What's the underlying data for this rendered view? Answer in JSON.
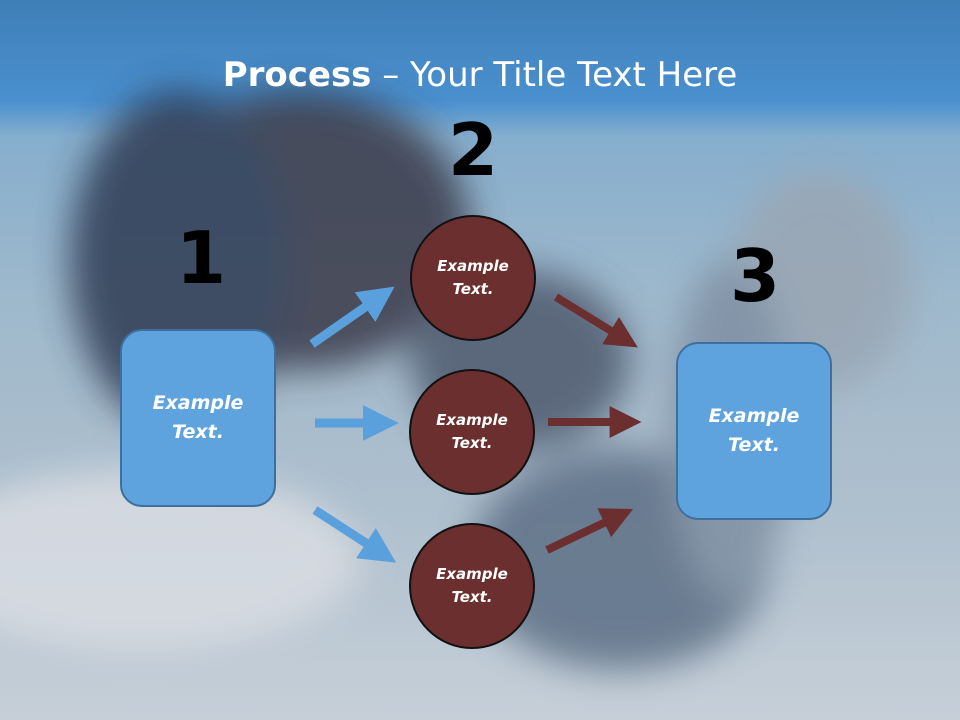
{
  "title": {
    "bold": "Process",
    "rest": " – Your Title Text Here"
  },
  "steps": {
    "one": {
      "number": "1",
      "line1": "Example",
      "line2": "Text."
    },
    "two": {
      "number": "2",
      "circles": [
        {
          "line1": "Example",
          "line2": "Text."
        },
        {
          "line1": "Example",
          "line2": "Text."
        },
        {
          "line1": "Example",
          "line2": "Text."
        }
      ]
    },
    "three": {
      "number": "3",
      "line1": "Example",
      "line2": "Text."
    }
  },
  "colors": {
    "box": "#5fa3de",
    "circle": "#6b2f2f",
    "blue_arrow": "#5aa0dc",
    "brown_arrow": "#6b2f2f"
  }
}
